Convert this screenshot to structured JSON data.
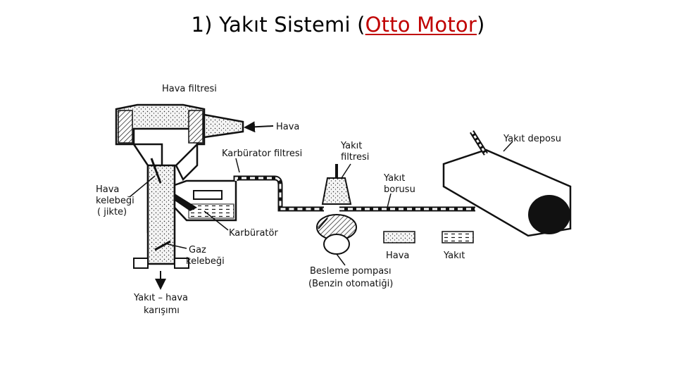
{
  "title": {
    "prefix": "1) Yakıt Sistemi (",
    "highlight": "Otto Motor",
    "suffix": ")",
    "highlight_color": "#c00000"
  },
  "diagram": {
    "labels": {
      "hava_filtresi": "Hava filtresi",
      "hava": "Hava",
      "karburator_filtresi": "Karbürator filtresi",
      "yakit_filtresi_1": "Yakıt",
      "yakit_filtresi_2": "filtresi",
      "yakit_borusu_1": "Yakıt",
      "yakit_borusu_2": "borusu",
      "yakit_deposu": "Yakıt deposu",
      "hava_kelebegi_1": "Hava",
      "hava_kelebegi_2": "kelebeği",
      "hava_kelebegi_3": "( jikte)",
      "karburator": "Karbüratör",
      "gaz_kelebegi_1": "Gaz",
      "gaz_kelebegi_2": "kelebeği",
      "besleme_pompasi_1": "Besleme pompası",
      "besleme_pompasi_2": "(Benzin otomatiği)",
      "yakit_hava_1": "Yakıt – hava",
      "yakit_hava_2": "karışımı",
      "legend_hava": "Hava",
      "legend_yakit": "Yakıt"
    }
  }
}
